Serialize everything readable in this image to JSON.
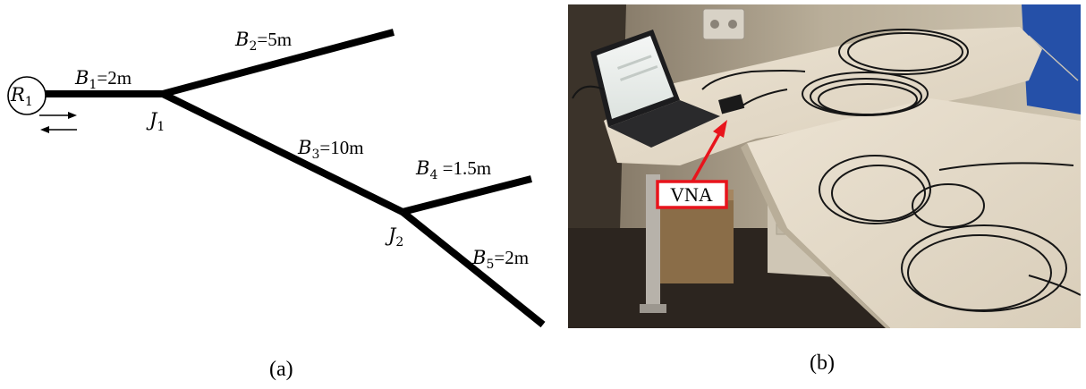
{
  "panel_a": {
    "caption": "(a)",
    "root_node": {
      "label": "R",
      "sub": "1"
    },
    "junctions": [
      {
        "label": "J",
        "sub": "1"
      },
      {
        "label": "J",
        "sub": "2"
      }
    ],
    "branches": [
      {
        "label": "B",
        "sub": "1",
        "rest": "=2m"
      },
      {
        "label": "B",
        "sub": "2",
        "rest": "=5m"
      },
      {
        "label": "B",
        "sub": "3",
        "rest": "=10m"
      },
      {
        "label": "B",
        "sub": "4",
        "rest": " =1.5m"
      },
      {
        "label": "B",
        "sub": "5",
        "rest": "=2m"
      }
    ]
  },
  "panel_b": {
    "caption": "(b)",
    "callout_label": "VNA",
    "callout_color": "#e8141c",
    "table_color": "#e6dccb",
    "floor_color": "#2c251f"
  }
}
